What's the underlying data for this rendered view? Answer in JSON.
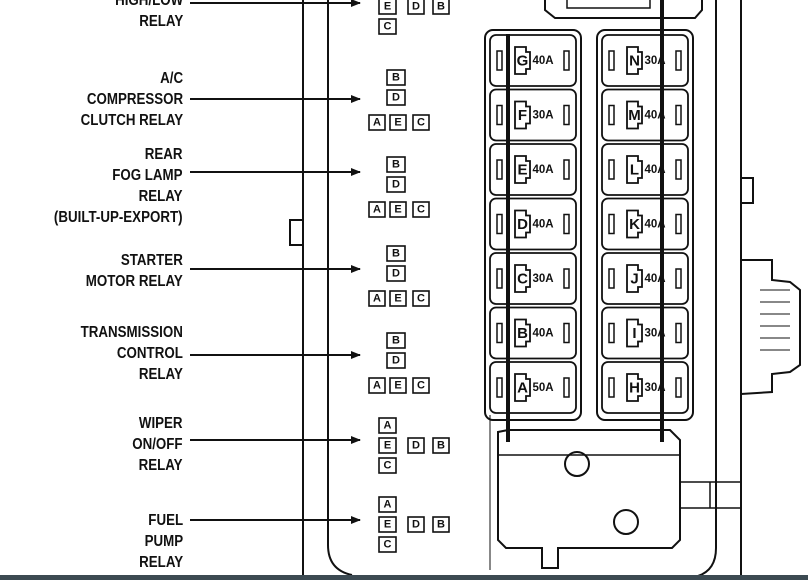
{
  "relays": [
    {
      "id": "high_low",
      "lines": [
        "HIGH/LOW",
        "RELAY"
      ]
    },
    {
      "id": "ac_compressor",
      "lines": [
        "A/C",
        "COMPRESSOR",
        "CLUTCH RELAY"
      ]
    },
    {
      "id": "rear_fog",
      "lines": [
        "REAR",
        "FOG LAMP",
        "RELAY",
        "(BUILT-UP-EXPORT)"
      ]
    },
    {
      "id": "starter",
      "lines": [
        "STARTER",
        "MOTOR RELAY"
      ]
    },
    {
      "id": "transmission",
      "lines": [
        "TRANSMISSION",
        "CONTROL",
        "RELAY"
      ]
    },
    {
      "id": "wiper",
      "lines": [
        "WIPER",
        "ON/OFF",
        "RELAY"
      ]
    },
    {
      "id": "fuel_pump",
      "lines": [
        "FUEL",
        "PUMP",
        "RELAY"
      ]
    }
  ],
  "fuses_left": [
    {
      "letter": "G",
      "rating": "40A"
    },
    {
      "letter": "F",
      "rating": "30A"
    },
    {
      "letter": "E",
      "rating": "40A"
    },
    {
      "letter": "D",
      "rating": "40A"
    },
    {
      "letter": "C",
      "rating": "30A"
    },
    {
      "letter": "B",
      "rating": "40A"
    },
    {
      "letter": "A",
      "rating": "50A"
    }
  ],
  "fuses_right": [
    {
      "letter": "N",
      "rating": "30A"
    },
    {
      "letter": "M",
      "rating": "40A"
    },
    {
      "letter": "L",
      "rating": "40A"
    },
    {
      "letter": "K",
      "rating": "40A"
    },
    {
      "letter": "J",
      "rating": "40A"
    },
    {
      "letter": "I",
      "rating": "30A"
    },
    {
      "letter": "H",
      "rating": "30A"
    }
  ],
  "terminals": {
    "a": "A",
    "b": "B",
    "c": "C",
    "d": "D",
    "e": "E"
  },
  "colors": {
    "line": "#111111",
    "background": "#ffffff",
    "bottom_bar": "#3c4a52"
  }
}
